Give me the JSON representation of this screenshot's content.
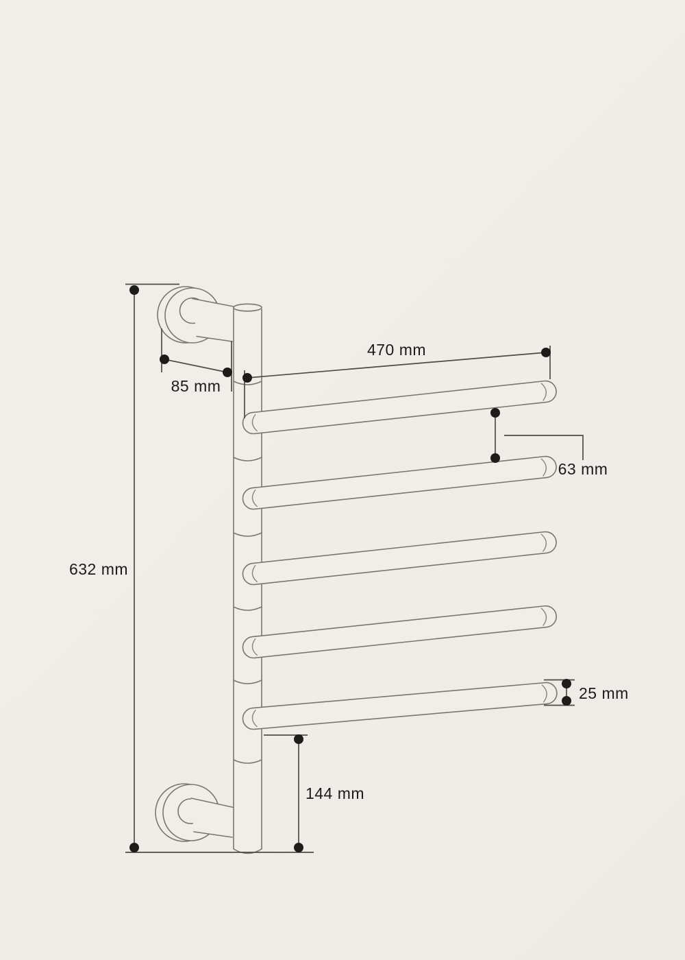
{
  "units": "mm",
  "figure": {
    "subject": "wall-mounted swivel towel rail, side elevation",
    "arm_count": 5,
    "wall_mount_count": 2
  },
  "colors": {
    "background": "#f1eee9",
    "outline": "#7b756e",
    "dimension_line": "#4e4a44",
    "text": "#1c1b18"
  },
  "dimensions": {
    "overall_width": "470 mm",
    "wall_offset": "85 mm",
    "bar_gap": "63 mm",
    "overall_height": "632 mm",
    "bar_diameter": "25 mm",
    "bottom_clearance": "144 mm"
  }
}
